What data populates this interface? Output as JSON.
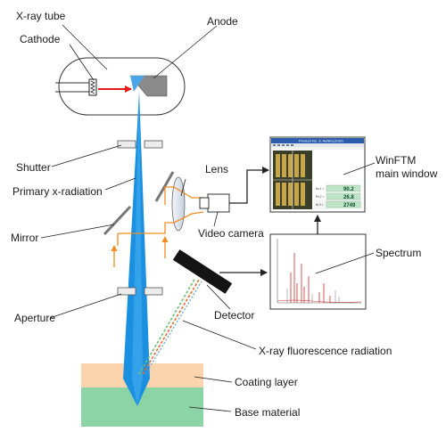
{
  "labels": {
    "xray_tube": "X-ray tube",
    "cathode": "Cathode",
    "anode": "Anode",
    "shutter": "Shutter",
    "primary_radiation": "Primary x-radiation",
    "lens": "Lens",
    "mirror": "Mirror",
    "video_camera": "Video camera",
    "winftm_line1": "WinFTM",
    "winftm_line2": "main window",
    "spectrum": "Spectrum",
    "aperture": "Aperture",
    "detector": "Detector",
    "fluorescence": "X-ray fluorescence radiation",
    "coating": "Coating layer",
    "base": "Base material"
  },
  "winftm_window": {
    "title": "Product No. 3: AuNiCuZnSn",
    "readings": [
      {
        "element": "Au 1 =",
        "value": "90.2"
      },
      {
        "element": "Pd 2 =",
        "value": "26.8"
      },
      {
        "element": "Ni 3 =",
        "value": "2749"
      }
    ]
  },
  "colors": {
    "primary_beam": "#1b8fe0",
    "fluorescence": "#e46a2a",
    "coating": "#fbd3ad",
    "base": "#8cd4a6",
    "optical_path": "#f08c1e",
    "anode_metal": "#8a8a8a"
  }
}
